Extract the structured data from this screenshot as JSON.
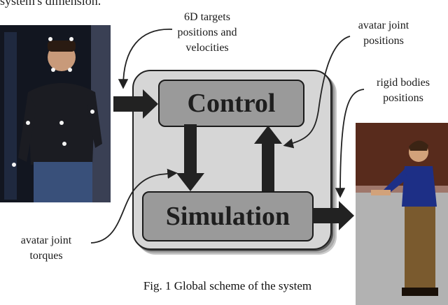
{
  "header_fragment": "system's dimension.",
  "labels": {
    "targets": [
      "6D targets",
      "positions and",
      "velocities"
    ],
    "avatar_positions": [
      "avatar joint",
      "positions"
    ],
    "rigid_bodies": [
      "rigid bodies",
      "positions"
    ],
    "torques": [
      "avatar joint",
      "torques"
    ]
  },
  "blocks": {
    "control": "Control",
    "simulation": "Simulation"
  },
  "caption": "Fig. 1 Global scheme of the system",
  "colors": {
    "block_fill": "#9a9a9a",
    "frame_fill": "#d6d6d6",
    "arrow": "#222222"
  }
}
